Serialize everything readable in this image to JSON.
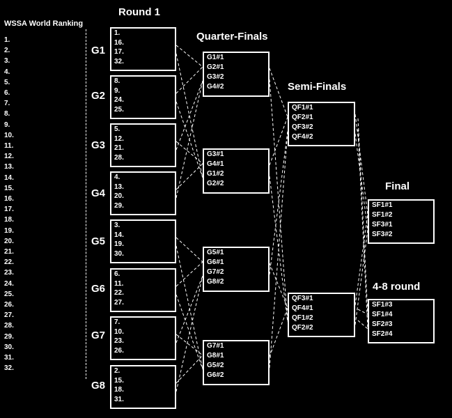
{
  "titles": {
    "ranking": "WSSA World Ranking",
    "round1": "Round 1",
    "quarterfinals": "Quarter-Finals",
    "semifinals": "Semi-Finals",
    "final": "Final",
    "round48": "4-8 round"
  },
  "ranking": [
    "1.",
    "2.",
    "3.",
    "4.",
    "5.",
    "6.",
    "7.",
    "8.",
    "9.",
    "10.",
    "11.",
    "12.",
    "13.",
    "14.",
    "15.",
    "16.",
    "17.",
    "18.",
    "19.",
    "20.",
    "21.",
    "22.",
    "23.",
    "24.",
    "25.",
    "26.",
    "27.",
    "28.",
    "29.",
    "30.",
    "31.",
    "32."
  ],
  "groups": [
    {
      "label": "G1",
      "seeds": [
        "1.",
        "16.",
        "17.",
        "32."
      ]
    },
    {
      "label": "G2",
      "seeds": [
        "8.",
        "9.",
        "24.",
        "25."
      ]
    },
    {
      "label": "G3",
      "seeds": [
        "5.",
        "12.",
        "21.",
        "28."
      ]
    },
    {
      "label": "G4",
      "seeds": [
        "4.",
        "13.",
        "20.",
        "29."
      ]
    },
    {
      "label": "G5",
      "seeds": [
        "3.",
        "14.",
        "19.",
        "30."
      ]
    },
    {
      "label": "G6",
      "seeds": [
        "6.",
        "11.",
        "22.",
        "27."
      ]
    },
    {
      "label": "G7",
      "seeds": [
        "7.",
        "10.",
        "23.",
        "26."
      ]
    },
    {
      "label": "G8",
      "seeds": [
        "2.",
        "15.",
        "18.",
        "31."
      ]
    }
  ],
  "quarterfinals": [
    [
      "G1#1",
      "G2#1",
      "G3#2",
      "G4#2"
    ],
    [
      "G3#1",
      "G4#1",
      "G1#2",
      "G2#2"
    ],
    [
      "G5#1",
      "G6#1",
      "G7#2",
      "G8#2"
    ],
    [
      "G7#1",
      "G8#1",
      "G5#2",
      "G6#2"
    ]
  ],
  "semifinals": [
    [
      "QF1#1",
      "QF2#1",
      "QF3#2",
      "QF4#2"
    ],
    [
      "QF3#1",
      "QF4#1",
      "QF1#2",
      "QF2#2"
    ]
  ],
  "final": [
    "SF1#1",
    "SF1#2",
    "SF3#1",
    "SF3#2"
  ],
  "round48": [
    "SF1#3",
    "SF1#4",
    "SF2#3",
    "SF2#4"
  ]
}
